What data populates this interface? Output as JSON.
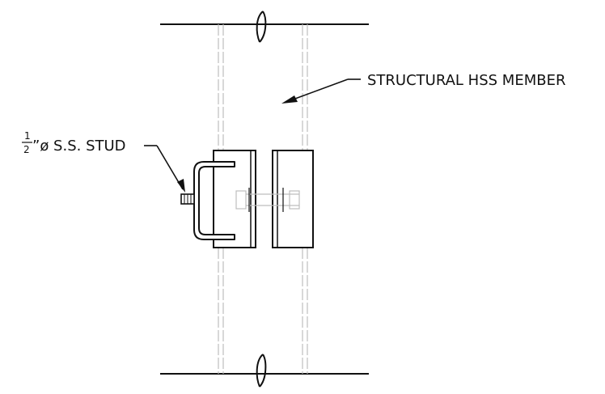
{
  "labels": {
    "hss_member": "STRUCTURAL HSS MEMBER",
    "stud_fraction_num": "1",
    "stud_fraction_den": "2",
    "stud_rest": "”ø S.S. STUD"
  },
  "colors": {
    "ink": "#111111",
    "hidden_lines": "#bdbdbd",
    "background": "#ffffff"
  }
}
